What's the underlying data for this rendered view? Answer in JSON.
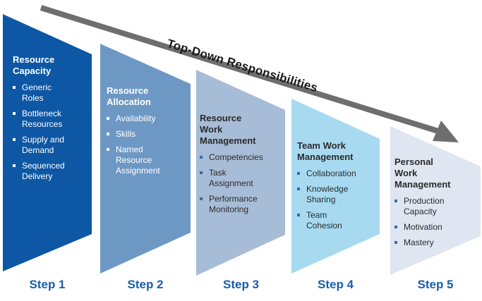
{
  "diagram": {
    "arrow_label": "Top-Down Responsibilities",
    "arrow_color": "#6e6e6e",
    "arrow_label_color": "#1a1a1a",
    "step_label_color": "#1a5dab",
    "background_color": "#ffffff"
  },
  "steps": [
    {
      "label": "Step 1",
      "title": "Resource Capacity",
      "color": "#0d57a4",
      "text_color": "#ffffff",
      "bullet_color": "#ffffff",
      "bullets": [
        "Generic Roles",
        "Bottleneck Resources",
        "Supply and Demand",
        "Sequenced Delivery"
      ]
    },
    {
      "label": "Step 2",
      "title": "Resource Allocation",
      "color": "#6e98c4",
      "text_color": "#ffffff",
      "bullet_color": "#ffffff",
      "bullets": [
        "Availability",
        "Skills",
        "Named Resource Assignment"
      ]
    },
    {
      "label": "Step 3",
      "title": "Resource Work Management",
      "color": "#a7bcd6",
      "text_color": "#2b2b2b",
      "bullet_color": "#2e6fb0",
      "bullets": [
        "Competencies",
        "Task Assignment",
        "Performance Monitoring"
      ]
    },
    {
      "label": "Step 4",
      "title": "Team Work Management",
      "color": "#a7daf0",
      "text_color": "#2b2b2b",
      "bullet_color": "#2e6fb0",
      "bullets": [
        "Collaboration",
        "Knowledge Sharing",
        "Team Cohesion"
      ]
    },
    {
      "label": "Step 5",
      "title": "Personal Work Management",
      "color": "#dfe6f1",
      "text_color": "#2b2b2b",
      "bullet_color": "#2e6fb0",
      "bullets": [
        "Production Capacity",
        "Motivation",
        "Mastery"
      ]
    }
  ]
}
